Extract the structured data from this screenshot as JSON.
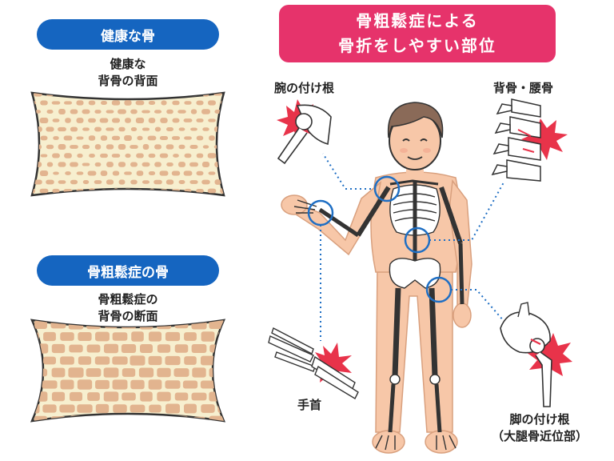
{
  "healthy": {
    "heading": "健康な骨",
    "caption_line1": "健康な",
    "caption_line2": "背骨の背面"
  },
  "osteoporosis": {
    "heading": "骨粗鬆症の骨",
    "caption_line1": "骨粗鬆症の",
    "caption_line2": "背骨の断面"
  },
  "title": {
    "line1": "骨粗鬆症による",
    "line2": "骨折をしやすい部位"
  },
  "sites": {
    "shoulder": "腕の付け根",
    "spine": "背骨・腰骨",
    "wrist": "手首",
    "hip_line1": "脚の付け根",
    "hip_line2": "（大腿骨近位部）"
  },
  "colors": {
    "heading_blue": "#1565c0",
    "title_pink": "#e6336b",
    "bone_cream": "#f7efcf",
    "trabecula": "#e2b48f",
    "skin": "#f7c7a8",
    "fracture_red": "#e8334a",
    "marker_blue": "#1f6fc4"
  }
}
